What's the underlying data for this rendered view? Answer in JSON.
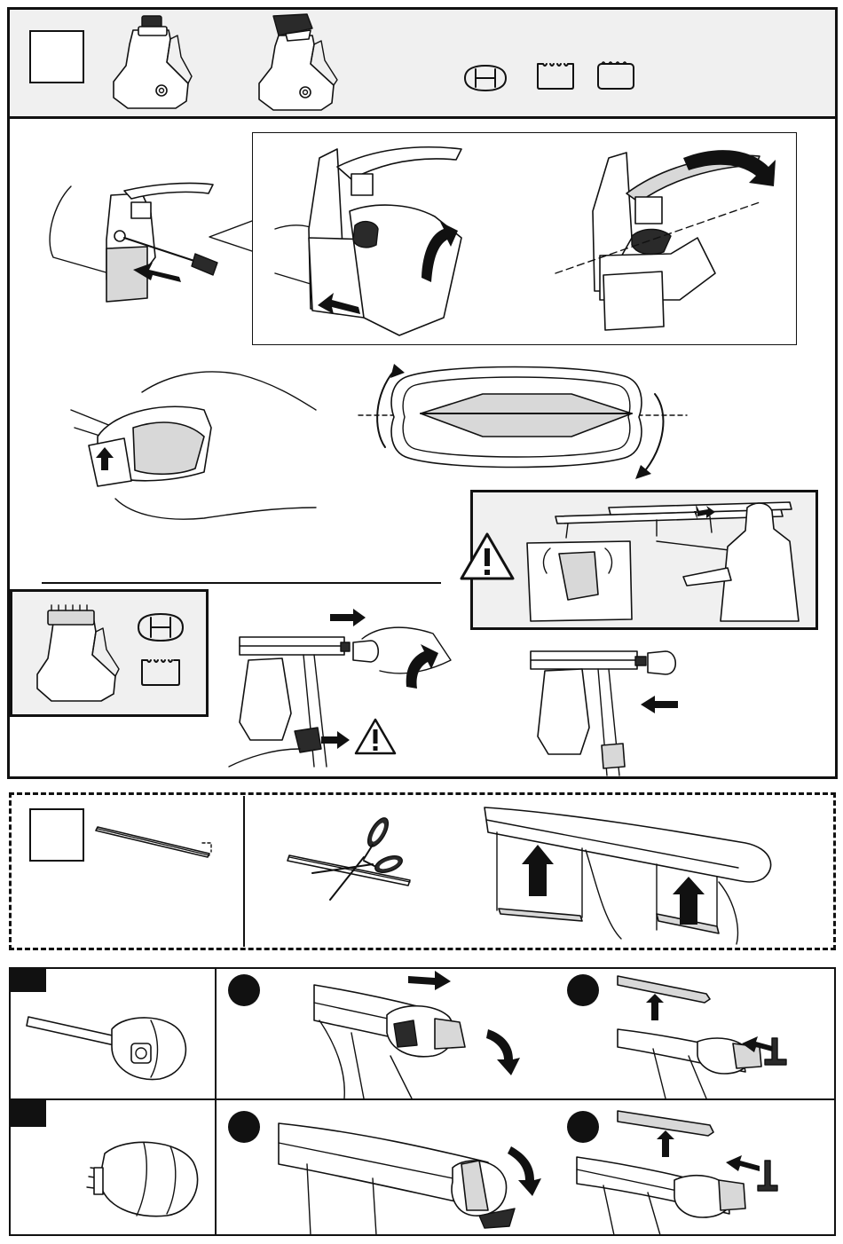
{
  "colors": {
    "panel_bg": "#f0f0f0",
    "line": "#111111",
    "arrow_fill": "#111111",
    "gray_fill": "#d8d8d8"
  },
  "sections": {
    "top": {
      "foot_types": [
        "foot-with-small-clamp",
        "foot-with-large-cap"
      ],
      "profile_icons": [
        "aero-bar-profile-icon",
        "square-bar-profile-icon",
        "flat-bar-profile-icon"
      ]
    },
    "inset_left": {
      "profile_icons": [
        "aero-bar-profile-icon",
        "square-bar-profile-icon"
      ]
    },
    "middle": {
      "steps": [
        "cut-rubber-strip",
        "insert-rubber-strip"
      ]
    },
    "bottom": {
      "row_markers": [
        "row-1",
        "row-2"
      ],
      "step_markers": [
        "step-a",
        "step-b",
        "step-c",
        "step-d"
      ]
    }
  },
  "icons": [
    "warning-icon",
    "arrow-icon",
    "scissors-icon",
    "allen-key-icon",
    "rotate-arrow-icon"
  ]
}
